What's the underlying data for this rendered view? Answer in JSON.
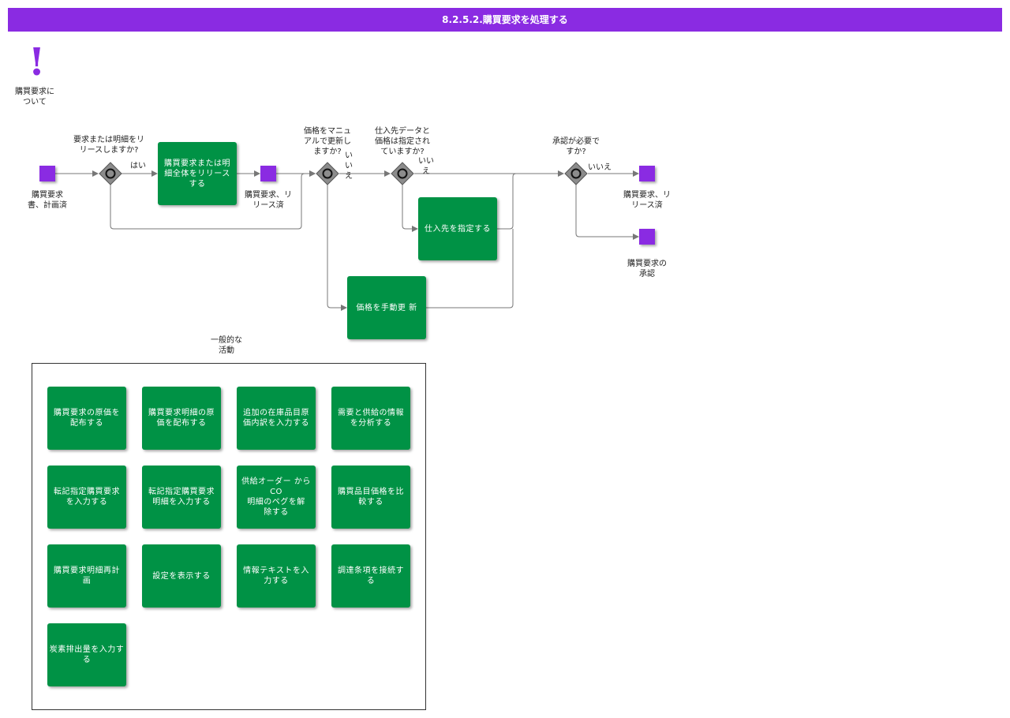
{
  "title": "8.2.5.2.購買要求を処理する",
  "info": {
    "label": "購買要求に\nついて"
  },
  "events": {
    "start": "購買要求\n書、計画済",
    "mid": "購買要求、リ\nリース済",
    "end_released": "購買要求、リ\nリース済",
    "end_approval": "購買要求の\n承認"
  },
  "gateways": {
    "g1": {
      "question": "要求または明細をリ\nリースしますか?",
      "yes_label": "はい"
    },
    "g2": {
      "question": "価格をマニュ\nアルで更新し\nますか?",
      "no_label": "い\nい\nえ"
    },
    "g3": {
      "question": "仕入先データと\n価格は指定され\nていますか?",
      "no_label": "いい\nえ"
    },
    "g4": {
      "question": "承認が必要で\nすか?",
      "no_label": "いいえ"
    }
  },
  "tasks": {
    "release": "購買要求または明\n細全体をリリース\nする",
    "supplier": "仕入先を指定する",
    "price_update": "価格を手動更 新"
  },
  "general": {
    "title": "一般的な\n活動",
    "activities": [
      "購買要求の原価を\n配布する",
      "購買要求明細の原\n価を配布する",
      "追加の在庫品目原\n価内訳を入力する",
      "需要と供給の情報\nを分析する",
      "転記指定購買要求\nを入力する",
      "転記指定購買要求\n明細を入力する",
      "供給オーダー から\nCO\n明細のペグを解\n除する",
      "購買品目価格を比\n較する",
      "購買要求明細再計\n画",
      "設定を表示する",
      "情報テキストを入\n力する",
      "調達条項を接続す\nる",
      "炭素排出量を入力する"
    ]
  },
  "colors": {
    "accent": "#8a2be2",
    "task": "#009245",
    "gateway": "#8c8c8c",
    "line": "#777777"
  },
  "icons": {
    "info": "exclamation-icon",
    "gateway": "exclusive-gateway-icon"
  }
}
